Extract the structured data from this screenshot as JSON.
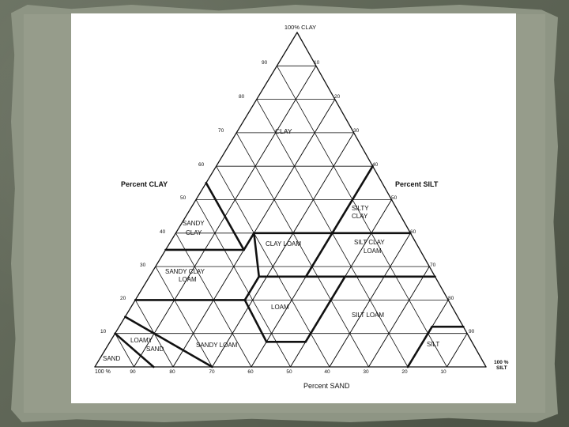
{
  "diagram": {
    "apex_label": "100% CLAY",
    "left_side_label": "Percent CLAY",
    "right_side_label": "Percent SILT",
    "bottom_label": "Percent SAND",
    "corner_sand_label": "100 %",
    "corner_silt_label_line1": "100 %",
    "corner_silt_label_line2": "SILT",
    "left_ticks": [
      "90",
      "80",
      "70",
      "60",
      "50",
      "40",
      "30",
      "20",
      "10"
    ],
    "right_ticks": [
      "10",
      "20",
      "30",
      "40",
      "50",
      "60",
      "70",
      "80",
      "90"
    ],
    "bottom_ticks": [
      "90",
      "80",
      "70",
      "60",
      "50",
      "40",
      "30",
      "20",
      "10"
    ],
    "regions": {
      "clay": "CLAY",
      "silty_clay_1": "SILTY",
      "silty_clay_2": "CLAY",
      "sandy_clay_1": "SANDY",
      "sandy_clay_2": "CLAY",
      "clay_loam": "CLAY LOAM",
      "silty_clay_loam_1": "SILT CLAY",
      "silty_clay_loam_2": "LOAM",
      "sandy_clay_loam_1": "SANDY CLAY",
      "sandy_clay_loam_2": "LOAM",
      "loam": "LOAM",
      "silt_loam": "SILT LOAM",
      "loamy_sand_1": "LOAMY",
      "loamy_sand_2": "SAND",
      "sandy_loam": "SANDY LOAM",
      "sand": "SAND",
      "silt": "SILT"
    }
  }
}
